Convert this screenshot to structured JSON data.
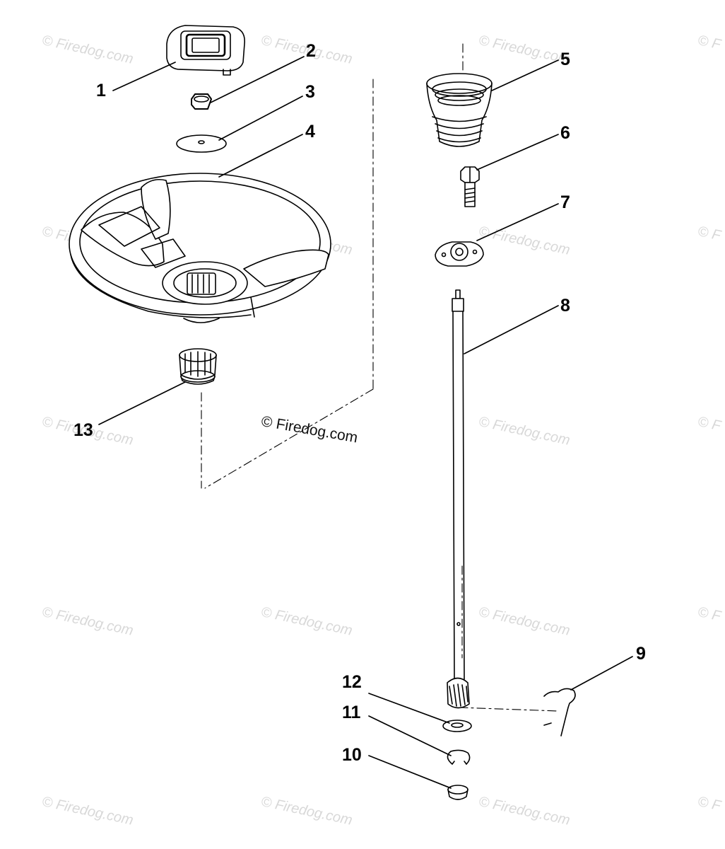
{
  "diagram": {
    "callouts": [
      "1",
      "2",
      "3",
      "4",
      "5",
      "6",
      "7",
      "8",
      "9",
      "10",
      "11",
      "12",
      "13"
    ],
    "center_watermark": "© Firedog.com",
    "watermark_text": "© Firedog.com",
    "watermark_partial": "© F"
  }
}
